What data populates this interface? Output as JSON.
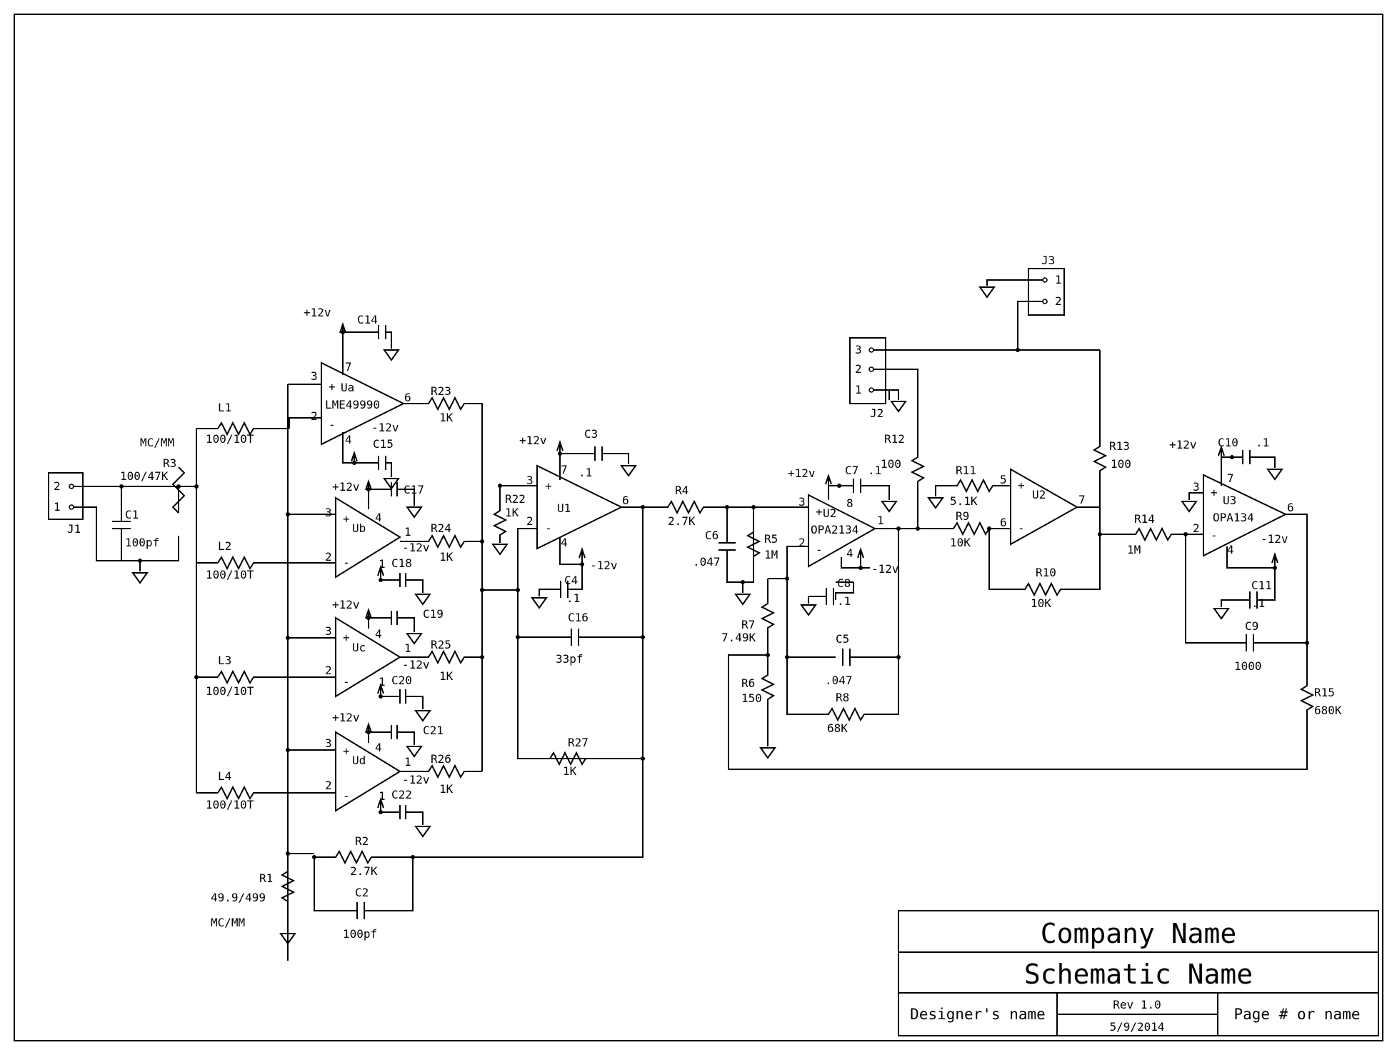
{
  "labels": {
    "mcmm_top": "MC/MM",
    "mcmm_bottom": "MC/MM",
    "j1": "J1",
    "j1_p2": "2",
    "j1_p1": "1",
    "j2": "J2",
    "j2_p3": "3",
    "j2_p2": "2",
    "j2_p1": "1",
    "j3": "J3",
    "j3_p1": "1",
    "j3_p2": "2",
    "c1": "C1",
    "c1_val": "100pf",
    "r3": "R3",
    "r3_val": "100/47K",
    "l1": "L1",
    "l1_val": "100/10T",
    "l2": "L2",
    "l2_val": "100/10T",
    "l3": "L3",
    "l3_val": "100/10T",
    "l4": "L4",
    "l4_val": "100/10T",
    "r1": "R1",
    "r1_val": "49.9/499",
    "r2": "R2",
    "r2_val": "2.7K",
    "c2": "C2",
    "c2_val": "100pf",
    "ua": "Ua",
    "ua_part": "LME49990",
    "ub": "Ub",
    "uc": "Uc",
    "ud": "Ud",
    "c14": "C14",
    "c15": "C15",
    "c17": "C17",
    "c18": "C18",
    "c19": "C19",
    "c20": "C20",
    "c21": "C21",
    "c22": "C22",
    "r23": "R23",
    "r23_val": "1K",
    "r24": "R24",
    "r24_val": "1K",
    "r25": "R25",
    "r25_val": "1K",
    "r26": "R26",
    "r26_val": "1K",
    "u1": "U1",
    "r22": "R22",
    "r22_val": "1K",
    "c3": "C3",
    "c3_val": ".1",
    "c4": "C4",
    "c4_val": ".1",
    "c16": "C16",
    "c16_val": "33pf",
    "r27": "R27",
    "r27_val": "1K",
    "r4": "R4",
    "r4_val": "2.7K",
    "c6": "C6",
    "c6_val": ".047",
    "r5": "R5",
    "r5_val": "1M",
    "r7": "R7",
    "r7_val": "7.49K",
    "r6": "R6",
    "r6_val": "150",
    "u2a": "U2",
    "u2_part": "OPA2134",
    "c7": "C7",
    "c7_val": ".1",
    "c8": "C8",
    "c8_val": ".1",
    "c5": "C5",
    "c5_val": ".047",
    "r8": "R8",
    "r8_val": "68K",
    "r12": "R12",
    "r12_val": "100",
    "r13": "R13",
    "r13_val": "100",
    "r11": "R11",
    "r11_val": "5.1K",
    "r9": "R9",
    "r9_val": "10K",
    "u2b": "U2",
    "r10": "R10",
    "r10_val": "10K",
    "r14": "R14",
    "r14_val": "1M",
    "u3": "U3",
    "u3_part": "OPA134",
    "c10": "C10",
    "c10_val": ".1",
    "c11": "C11",
    "c11_val": ".1",
    "c9": "C9",
    "c9_val": "1000",
    "r15": "R15",
    "r15_val": "680K",
    "pos12": "+12v",
    "neg12": "-12v",
    "plus": "+",
    "minus": "-",
    "pin1": "1",
    "pin2": "2",
    "pin3": "3",
    "pin4": "4",
    "pin5": "5",
    "pin6": "6",
    "pin7": "7",
    "pin8": "8"
  },
  "title_block": {
    "company": "Company Name",
    "schematic": "Schematic Name",
    "designer": "Designer's name",
    "rev": "Rev 1.0",
    "date": "5/9/2014",
    "page": "Page # or name"
  }
}
